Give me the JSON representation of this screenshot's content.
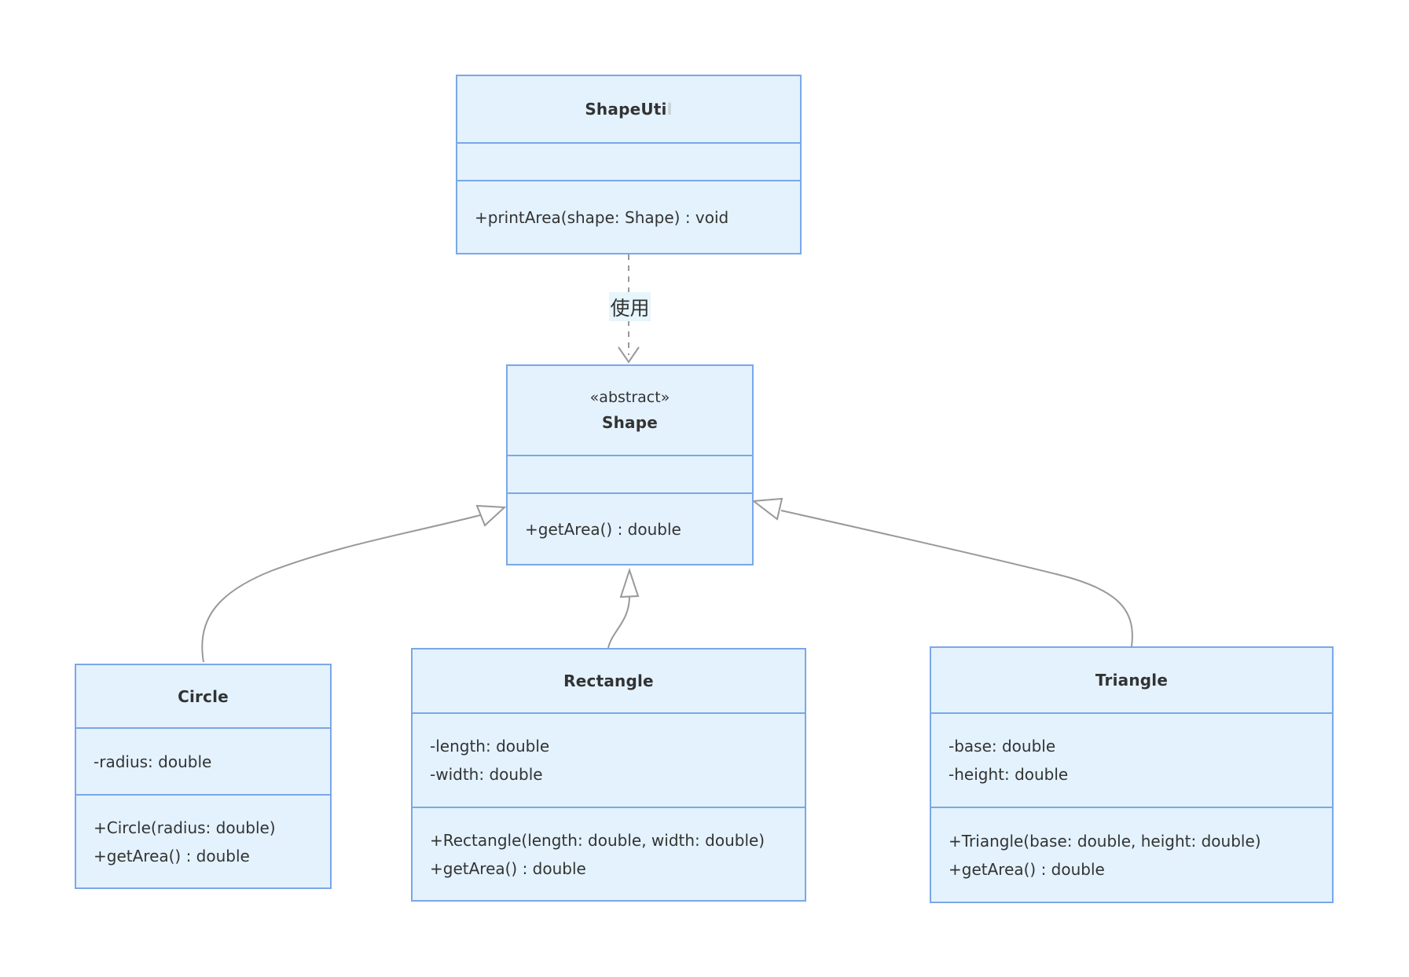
{
  "diagram": {
    "type": "uml-class-diagram",
    "classes": [
      {
        "id": "shapeutil",
        "title": "ShapeUti",
        "title_tail": "l",
        "stereotype": "",
        "attributes": [],
        "methods": [
          "+printArea(shape: Shape) : void"
        ]
      },
      {
        "id": "shape",
        "stereotype": "«abstract»",
        "title": "Shape",
        "attributes": [],
        "methods": [
          "+getArea() : double"
        ]
      },
      {
        "id": "circle",
        "title": "Circle",
        "attributes": [
          "-radius: double"
        ],
        "methods": [
          "+Circle(radius: double)",
          "+getArea() : double"
        ]
      },
      {
        "id": "rectangle",
        "title": "Rectangle",
        "attributes": [
          "-length: double",
          "-width: double"
        ],
        "methods": [
          "+Rectangle(length: double, width: double)",
          "+getArea() : double"
        ]
      },
      {
        "id": "triangle",
        "title": "Triangle",
        "attributes": [
          "-base: double",
          "-height: double"
        ],
        "methods": [
          "+Triangle(base: double, height: double)",
          "+getArea() : double"
        ]
      }
    ],
    "edges": [
      {
        "from": "ShapeUtil",
        "to": "Shape",
        "type": "dependency",
        "style": "dashed",
        "arrowhead": "open",
        "label": "使用"
      },
      {
        "from": "Circle",
        "to": "Shape",
        "type": "inheritance",
        "style": "solid",
        "arrowhead": "hollow-triangle",
        "label": ""
      },
      {
        "from": "Rectangle",
        "to": "Shape",
        "type": "inheritance",
        "style": "solid",
        "arrowhead": "hollow-triangle",
        "label": ""
      },
      {
        "from": "Triangle",
        "to": "Shape",
        "type": "inheritance",
        "style": "solid",
        "arrowhead": "hollow-triangle",
        "label": ""
      }
    ],
    "colors": {
      "node_fill": "#e3f2fd",
      "node_border": "#7aa7e8",
      "edge_line": "#999999",
      "text": "#333333",
      "edge_label_bg": "#e7f5fd",
      "faint_trailing_char": "#c9d2d9",
      "background": "#ffffff"
    }
  }
}
